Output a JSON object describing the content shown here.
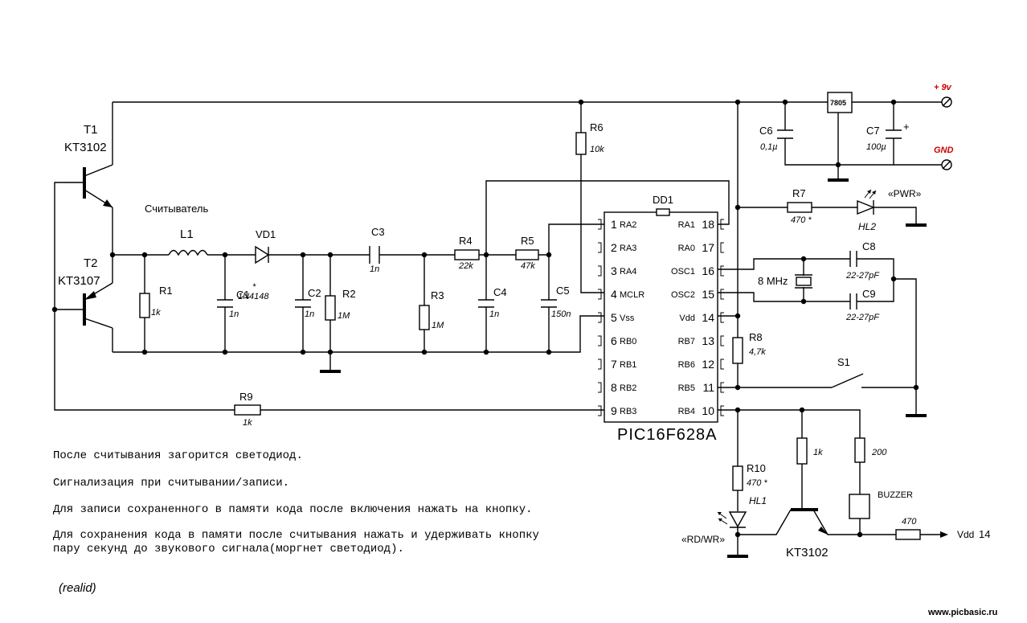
{
  "transistors": {
    "t1": {
      "ref": "T1",
      "part": "KT3102"
    },
    "t2": {
      "ref": "T2",
      "part": "KT3107"
    },
    "t3": {
      "part": "KT3102"
    }
  },
  "reader": {
    "label": "Считыватель"
  },
  "inductor": {
    "ref": "L1"
  },
  "diode": {
    "ref": "VD1",
    "part": "1N4148"
  },
  "resistors": {
    "r1": {
      "ref": "R1",
      "value": "1k"
    },
    "r2": {
      "ref": "R2",
      "value": "1M"
    },
    "r3": {
      "ref": "R3",
      "value": "1M"
    },
    "r4": {
      "ref": "R4",
      "value": "22k"
    },
    "r5": {
      "ref": "R5",
      "value": "47k"
    },
    "r6": {
      "ref": "R6",
      "value": "10k"
    },
    "r7": {
      "ref": "R7",
      "value": "470 *"
    },
    "r8": {
      "ref": "R8",
      "value": "4,7k"
    },
    "r9": {
      "ref": "R9",
      "value": "1k"
    },
    "r10": {
      "ref": "R10",
      "value": "470 *"
    },
    "rb": {
      "value": "1k"
    },
    "rbz": {
      "value": "200"
    },
    "rout": {
      "value": "470"
    }
  },
  "capacitors": {
    "c1": {
      "ref": "C1",
      "mark": "*",
      "value": "1n"
    },
    "c2": {
      "ref": "C2",
      "value": "1n"
    },
    "c3": {
      "ref": "C3",
      "value": "1n"
    },
    "c4": {
      "ref": "C4",
      "value": "1n"
    },
    "c5": {
      "ref": "C5",
      "value": "150n"
    },
    "c6": {
      "ref": "C6",
      "value": "0,1µ"
    },
    "c7": {
      "ref": "C7",
      "value": "100µ",
      "plus": "+"
    },
    "c8": {
      "ref": "C8",
      "value": "22-27pF"
    },
    "c9": {
      "ref": "C9",
      "value": "22-27pF"
    }
  },
  "regulator": {
    "part": "7805"
  },
  "power": {
    "plus9v": "+ 9v",
    "gnd": "GND"
  },
  "crystal": {
    "label": "8 MHz"
  },
  "chip": {
    "ref": "DD1",
    "part": "PIC16F628A",
    "left_pins": [
      {
        "num": "1",
        "name": "RA2"
      },
      {
        "num": "2",
        "name": "RA3"
      },
      {
        "num": "3",
        "name": "RA4"
      },
      {
        "num": "4",
        "name": "MCLR"
      },
      {
        "num": "5",
        "name": "Vss"
      },
      {
        "num": "6",
        "name": "RB0"
      },
      {
        "num": "7",
        "name": "RB1"
      },
      {
        "num": "8",
        "name": "RB2"
      },
      {
        "num": "9",
        "name": "RB3"
      }
    ],
    "right_pins": [
      {
        "num": "18",
        "name": "RA1"
      },
      {
        "num": "17",
        "name": "RA0"
      },
      {
        "num": "16",
        "name": "OSC1"
      },
      {
        "num": "15",
        "name": "OSC2"
      },
      {
        "num": "14",
        "name": "Vdd"
      },
      {
        "num": "13",
        "name": "RB7"
      },
      {
        "num": "12",
        "name": "RB6"
      },
      {
        "num": "11",
        "name": "RB5"
      },
      {
        "num": "10",
        "name": "RB4"
      }
    ]
  },
  "leds": {
    "hl2": {
      "ref": "HL2",
      "tag": "«PWR»"
    },
    "hl1": {
      "ref": "HL1",
      "tag": "«RD/WR»"
    }
  },
  "switch": {
    "ref": "S1"
  },
  "buzzer": {
    "label": "BUZZER"
  },
  "vdd_out": {
    "label": "Vdd",
    "pin": "14"
  },
  "notes": [
    "После считывания загорится светодиод.",
    "Сигнализация при считывании/записи.",
    "Для записи сохраненного в памяти кода после включения нажать на кнопку.",
    "Для сохранения кода в памяти после считывания нажать и удерживать кнопку",
    "пару секунд до звукового сигнала(моргнет светодиод)."
  ],
  "credit": "(realid)",
  "site": "www.picbasic.ru"
}
